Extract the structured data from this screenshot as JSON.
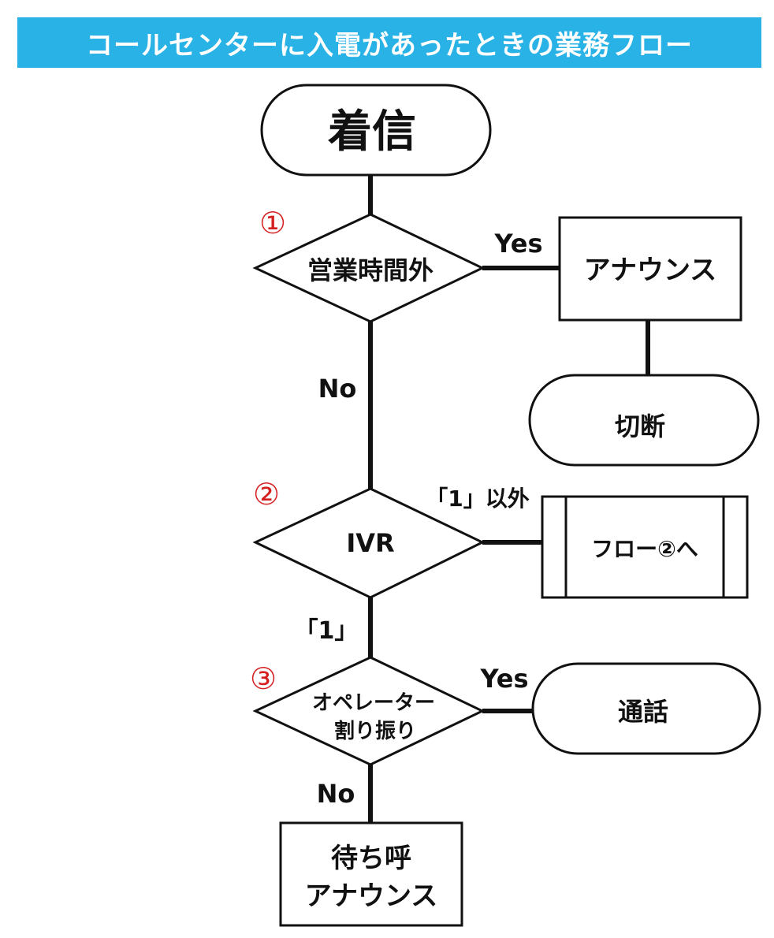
{
  "title": "コールセンターに入電があったときの業務フロー",
  "colors": {
    "title_bg": "#29b2e6",
    "title_text": "#ffffff",
    "step_number": "#d42020",
    "stroke": "#111111"
  },
  "nodes": {
    "start": "着信",
    "decision1": "営業時間外",
    "announce": "アナウンス",
    "disconnect": "切断",
    "decision2": "IVR",
    "flow2": "フロー②へ",
    "decision3_line1": "オペレーター",
    "decision3_line2": "割り振り",
    "call": "通話",
    "wait_line1": "待ち呼",
    "wait_line2": "アナウンス"
  },
  "step_numbers": [
    "①",
    "②",
    "③"
  ],
  "edge_labels": {
    "d1_yes": "Yes",
    "d1_no": "No",
    "d2_other": "「1」以外",
    "d2_one": "「1」",
    "d3_yes": "Yes",
    "d3_no": "No"
  }
}
